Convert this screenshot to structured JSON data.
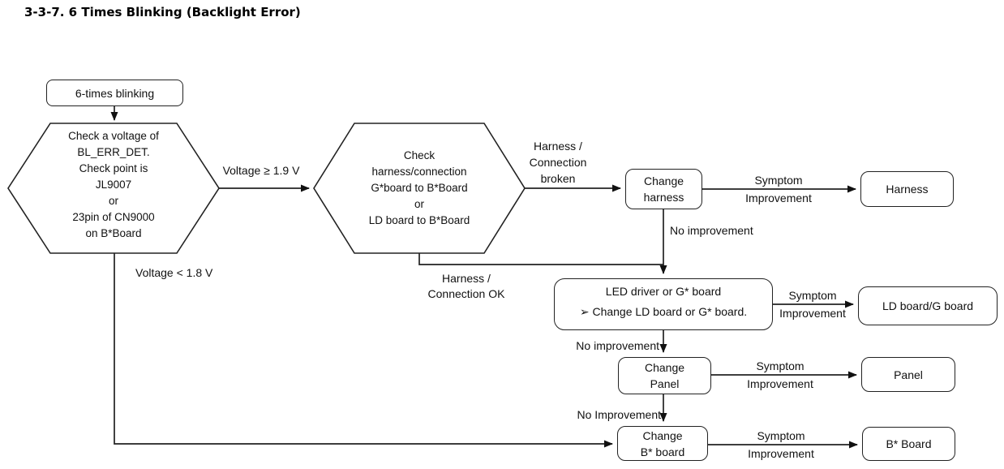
{
  "title": "3-3-7. 6 Times Blinking (Backlight Error)",
  "nodes": {
    "start": {
      "label": "6-times blinking"
    },
    "check_voltage": {
      "label": "Check  a voltage of\nBL_ERR_DET.\nCheck point is\nJL9007\nor\n23pin of CN9000\non B*Board"
    },
    "check_harness": {
      "label": "Check\nharness/connection\nG*board to B*Board\nor\nLD board to B*Board"
    },
    "change_harness": {
      "label": "Change\nharness"
    },
    "harness_result": {
      "label": "Harness"
    },
    "led_driver": {
      "line1": "LED driver or G* board",
      "line2": "➢ Change LD board or G* board."
    },
    "ld_board_result": {
      "label": "LD board/G board"
    },
    "change_panel": {
      "label": "Change\nPanel"
    },
    "panel_result": {
      "label": "Panel"
    },
    "change_b_board": {
      "label": "Change\nB* board"
    },
    "b_board_result": {
      "label": "B* Board"
    }
  },
  "edges": {
    "voltage_high": "Voltage ≥ 1.9 V",
    "voltage_low": "Voltage < 1.8 V",
    "harness_broken": "Harness /\nConnection\nbroken",
    "harness_ok": "Harness /\nConnection OK",
    "symptom_improvement_1": "Symptom\nImprovement",
    "symptom_improvement_2": "Symptom\nImprovement",
    "symptom_improvement_3": "Symptom\nImprovement",
    "symptom_improvement_4": "Symptom\nImprovement",
    "no_improvement_1": "No improvement",
    "no_improvement_2": "No improvement",
    "no_improvement_3": "No Improvement"
  },
  "colors": {
    "line": "#222222",
    "background": "#ffffff",
    "text": "#111111"
  }
}
